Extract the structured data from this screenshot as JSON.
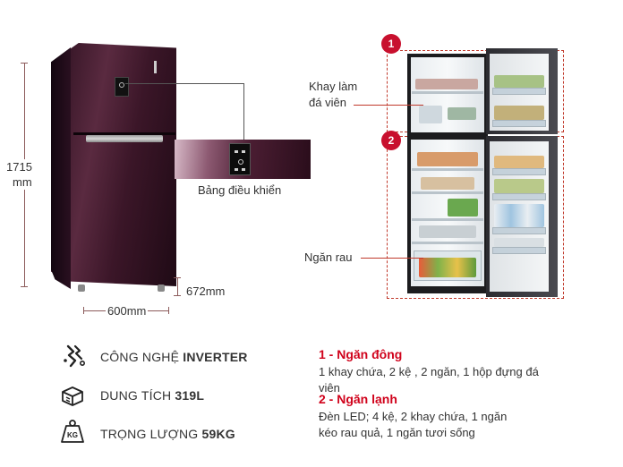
{
  "dimensions": {
    "height_value": "1715",
    "height_unit": "mm",
    "width_label": "600mm",
    "depth_label": "672mm"
  },
  "control_panel": {
    "label": "Bảng điều khiển"
  },
  "interior": {
    "badge_1": "1",
    "badge_2": "2",
    "callout_ice_tray_line1": "Khay làm",
    "callout_ice_tray_line2": "đá viên",
    "callout_crisper": "Ngăn rau"
  },
  "features": [
    {
      "icon": "inverter-chip-icon",
      "prefix": "CÔNG NGHỆ ",
      "value": "INVERTER"
    },
    {
      "icon": "capacity-box-icon",
      "prefix": "DUNG TÍCH ",
      "value": "319L"
    },
    {
      "icon": "weight-kg-icon",
      "prefix": "TRỌNG LƯỢNG ",
      "value": "59KG",
      "icon_text": "KG"
    }
  ],
  "compartments": [
    {
      "title": "1 - Ngăn đông",
      "desc_line1": "1 khay chứa, 2 kệ , 2 ngăn, 1 hộp đựng đá",
      "desc_line2": "viên"
    },
    {
      "title": "2 - Ngăn lạnh",
      "desc_line1": "Đèn LED; 4 kệ, 2 khay chứa, 1 ngăn",
      "desc_line2": "kéo rau quả, 1 ngăn tươi sống"
    }
  ],
  "colors": {
    "accent_red": "#d0021b",
    "badge_red": "#c8102e",
    "fridge_plum": "#3b1628"
  }
}
